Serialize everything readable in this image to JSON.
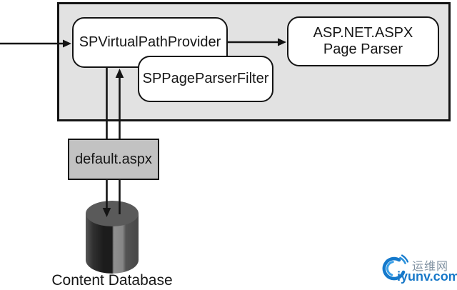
{
  "diagram": {
    "container": {
      "fill": "#e2e2e2",
      "border_color": "#141414"
    },
    "nodes": {
      "provider": {
        "label": "SPVirtualPathProvider",
        "fill": "#ffffff"
      },
      "page_parser": {
        "line1": "ASP.NET.ASPX",
        "line2": "Page Parser",
        "fill": "#ffffff"
      },
      "parser_filter": {
        "label": "SPPageParserFilter",
        "fill": "#ffffff"
      },
      "default_page": {
        "label": "default.aspx",
        "fill": "#c2c2c2"
      },
      "content_database": {
        "label": "Content Database"
      }
    },
    "line_color": "#141414",
    "cylinder_colors": {
      "top": "#5a5a5a",
      "body_dark": "#262626",
      "body_light": "#8a8a8a",
      "body_edge": "#4a4a4a"
    }
  },
  "watermark": {
    "site_name": "运维网",
    "site_domain": "iyunv.com",
    "accent_blue": "#1878c8",
    "muted_blue_gray": "#8293a3"
  }
}
